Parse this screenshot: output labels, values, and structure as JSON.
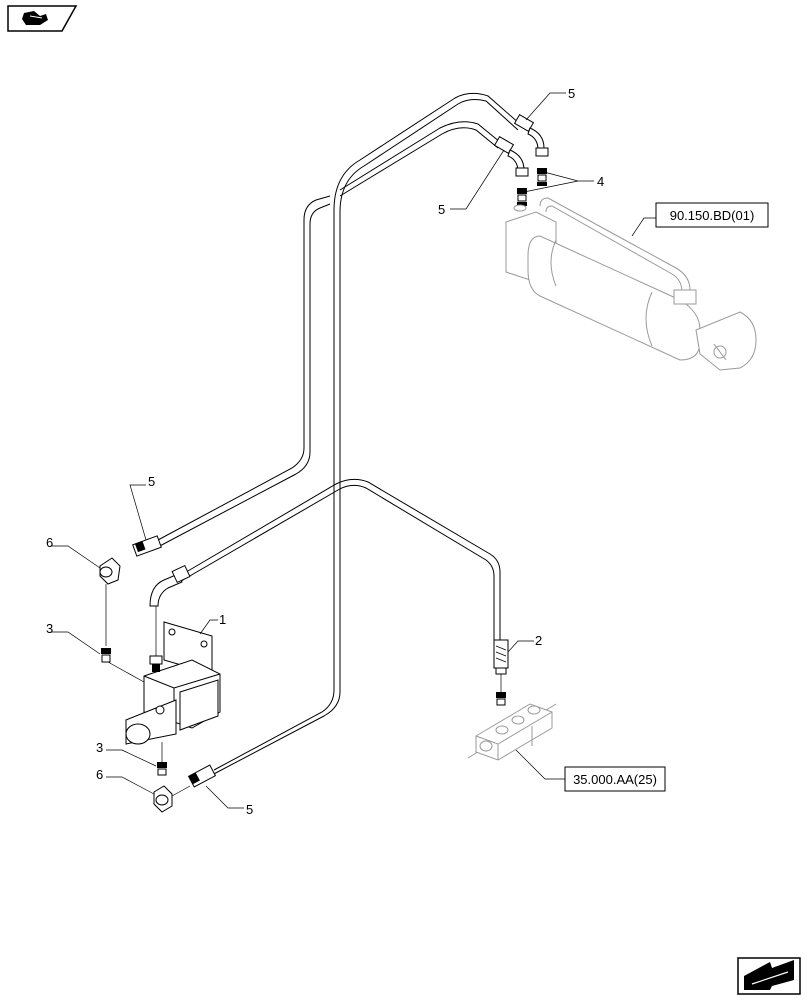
{
  "nav": {
    "prev_icon": "book-open-arrow-icon",
    "next_icon": "next-page-arrow-icon"
  },
  "refs": {
    "cylinder": "90.150.BD(01)",
    "valve": "35.000.AA(25)"
  },
  "callouts": {
    "c5_top": "5",
    "c5_left_top": "5",
    "c4": "4",
    "c5_mid": "5",
    "c6_upper": "6",
    "c3_upper": "3",
    "c1": "1",
    "c2": "2",
    "c3_lower": "3",
    "c6_lower": "6",
    "c5_bottom": "5"
  }
}
